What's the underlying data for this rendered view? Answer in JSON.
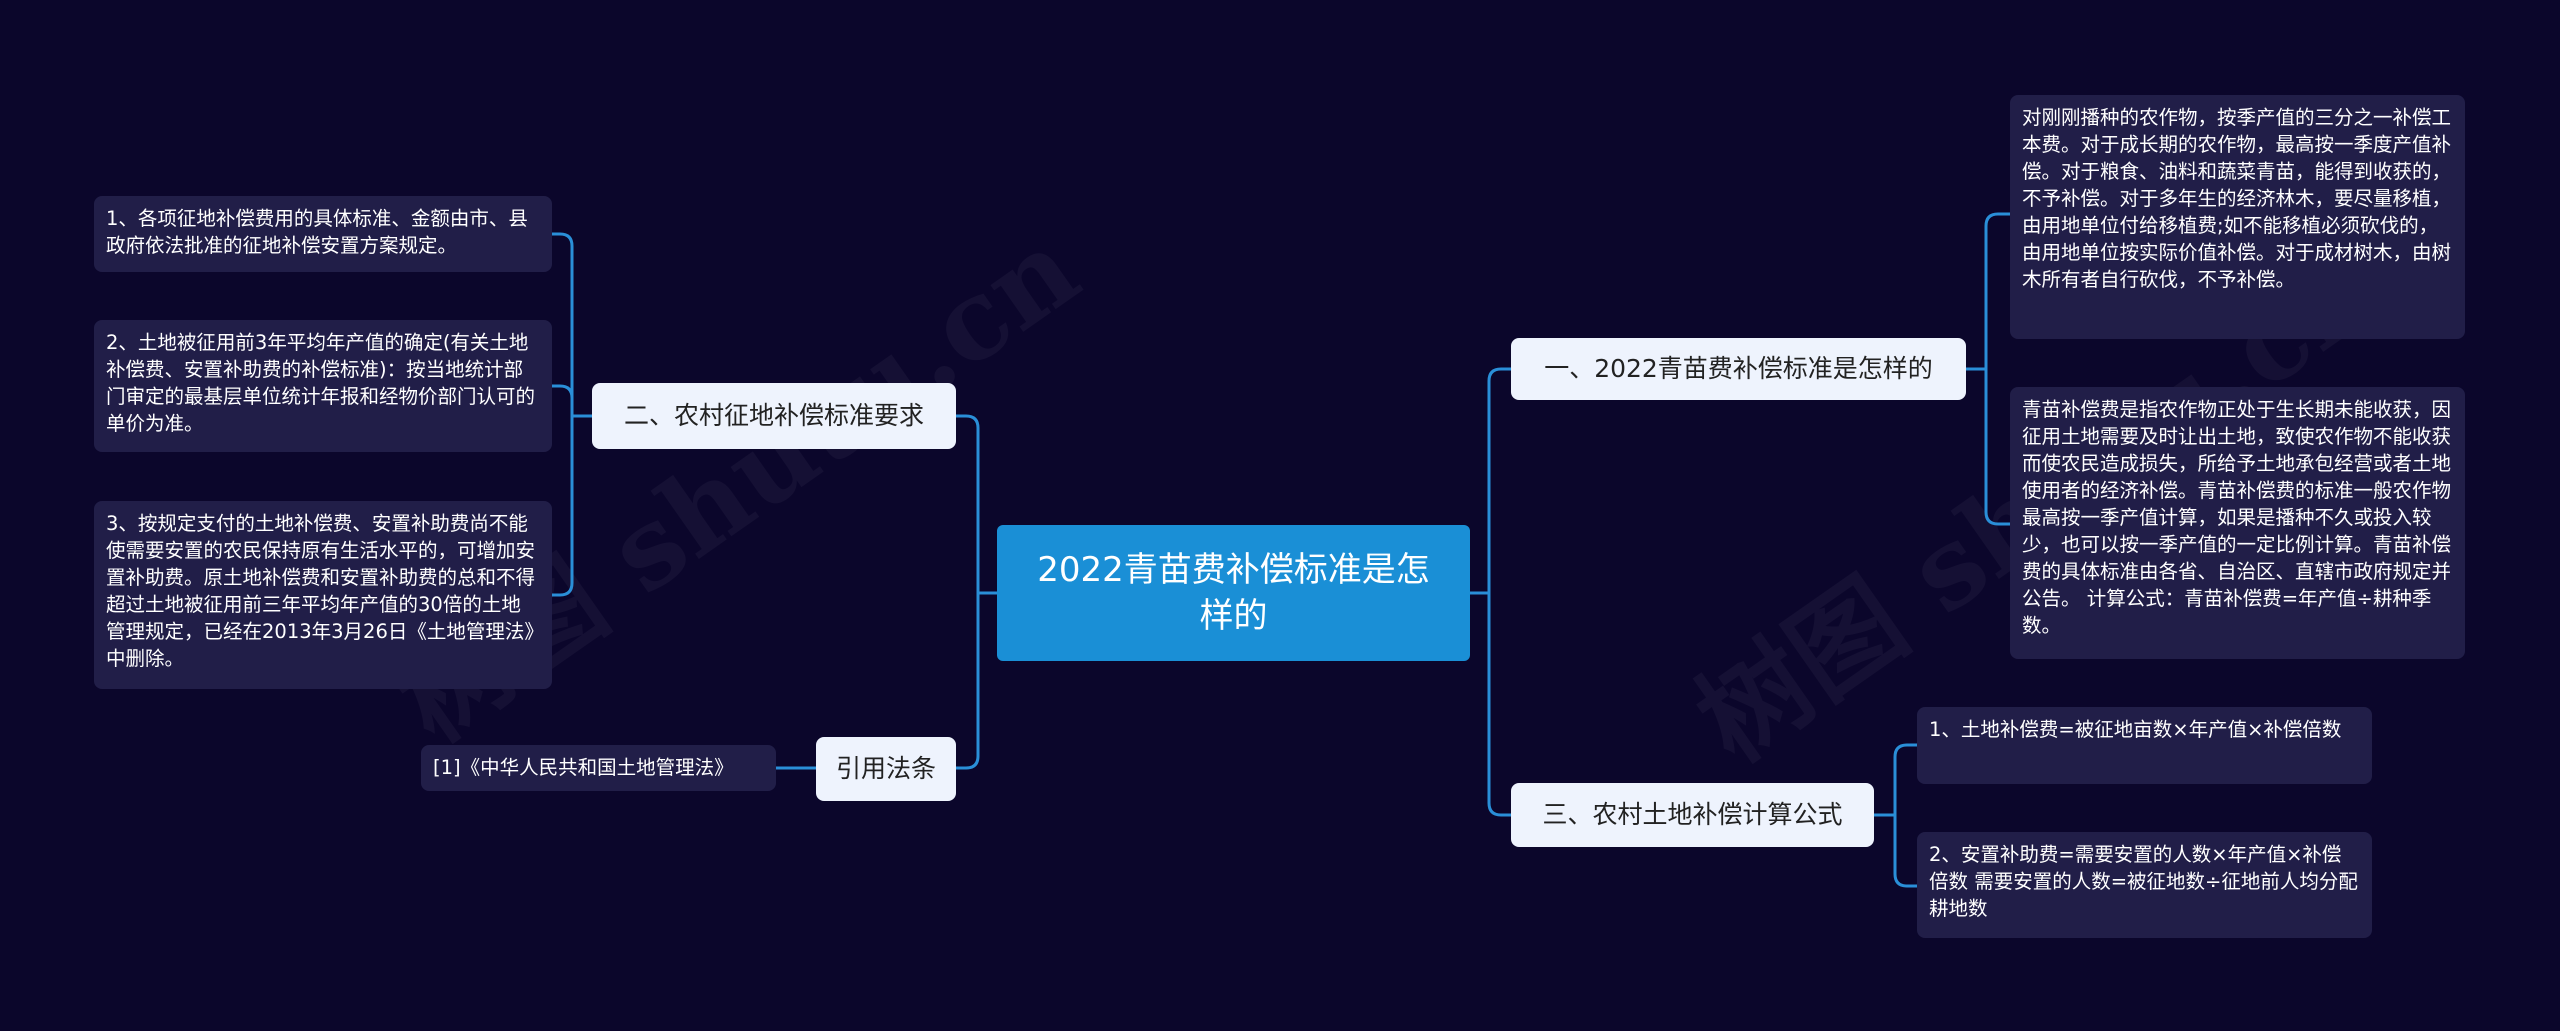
{
  "mindmap": {
    "root": {
      "label": "2022青苗费补偿标准是怎样的"
    },
    "branches": [
      {
        "id": "b1",
        "side": "right",
        "label": "一、2022青苗费补偿标准是怎样的",
        "children": [
          "对刚刚播种的农作物，按季产值的三分之一补偿工本费。对于成长期的农作物，最高按一季度产值补偿。对于粮食、油料和蔬菜青苗，能得到收获的，不予补偿。对于多年生的经济林木，要尽量移植，由用地单位付给移植费;如不能移植必须砍伐的，由用地单位按实际价值补偿。对于成材树木，由树木所有者自行砍伐，不予补偿。",
          "青苗补偿费是指农作物正处于生长期未能收获，因征用土地需要及时让出土地，致使农作物不能收获而使农民造成损失，所给予土地承包经营或者土地使用者的经济补偿。青苗补偿费的标准一般农作物最高按一季产值计算，如果是播种不久或投入较少，也可以按一季产值的一定比例计算。青苗补偿费的具体标准由各省、自治区、直辖市政府规定并公告。 计算公式：青苗补偿费=年产值÷耕种季数。"
        ]
      },
      {
        "id": "b2",
        "side": "left",
        "label": "二、农村征地补偿标准要求",
        "children": [
          "1、各项征地补偿费用的具体标准、金额由市、县政府依法批准的征地补偿安置方案规定。",
          "2、土地被征用前3年平均年产值的确定(有关土地补偿费、安置补助费的补偿标准)：按当地统计部门审定的最基层单位统计年报和经物价部门认可的单价为准。",
          "3、按规定支付的土地补偿费、安置补助费尚不能使需要安置的农民保持原有生活水平的，可增加安置补助费。原土地补偿费和安置补助费的总和不得超过土地被征用前三年平均年产值的30倍的土地管理规定，已经在2013年3月26日《土地管理法》中删除。"
        ]
      },
      {
        "id": "b3",
        "side": "right",
        "label": "三、农村土地补偿计算公式",
        "children": [
          "1、土地补偿费=被征地亩数×年产值×补偿倍数",
          "2、安置补助费=需要安置的人数×年产值×补偿倍数 需要安置的人数=被征地数÷征地前人均分配耕地数"
        ]
      },
      {
        "id": "b4",
        "side": "left",
        "label": "引用法条",
        "children": [
          "[1]《中华人民共和国土地管理法》"
        ]
      }
    ]
  },
  "watermarks": [
    "树图 shutu.cn",
    "树图 shutu.cn"
  ],
  "colors": {
    "background": "#0b062b",
    "root_fill": "#1a8fd6",
    "branch_fill": "#eef3fd",
    "leaf_fill": "#211e48",
    "connector": "#2a8fd8"
  }
}
